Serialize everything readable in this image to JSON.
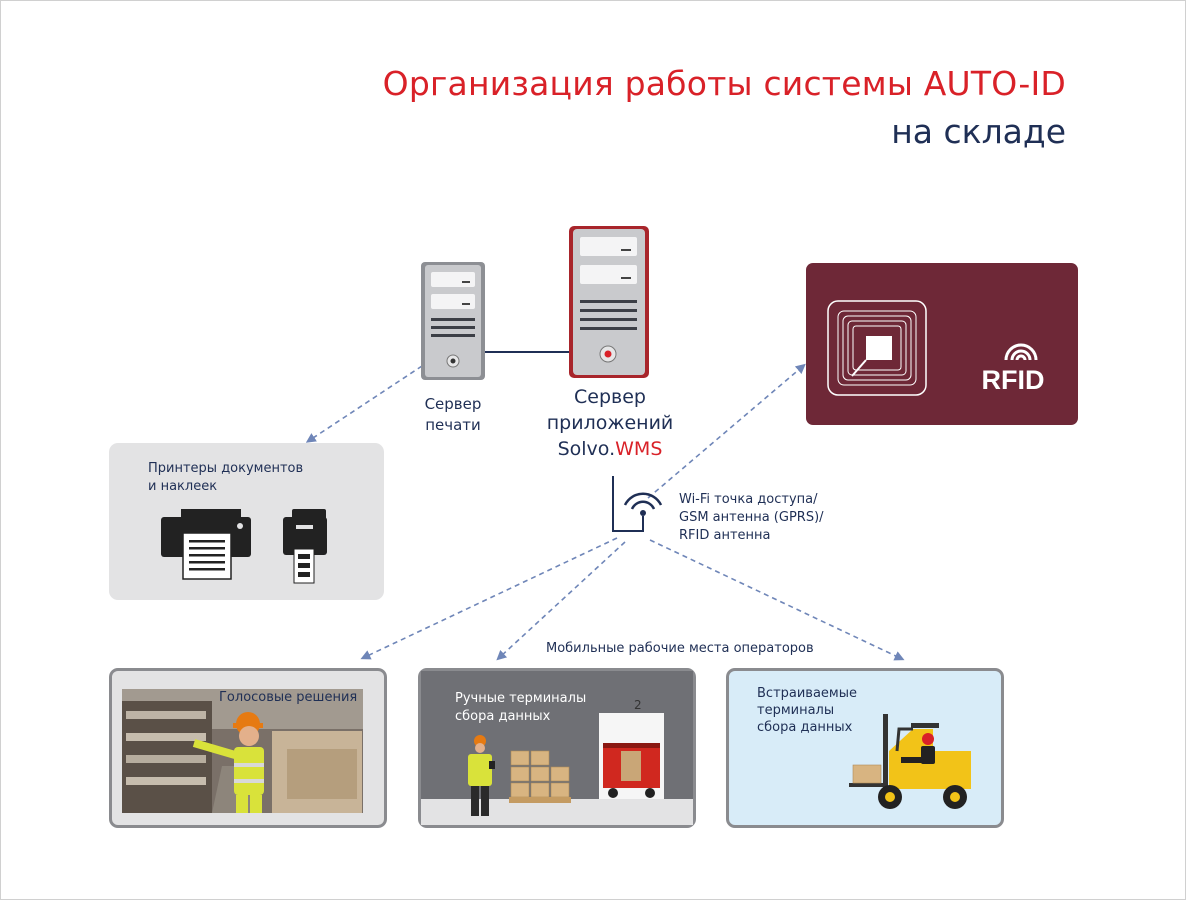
{
  "title": {
    "line1": "Организация работы системы AUTO-ID",
    "line2": "на складе"
  },
  "print_server": {
    "line1": "Сервер",
    "line2": "печати"
  },
  "app_server": {
    "line1": "Сервер",
    "line2": "приложений",
    "brand_prefix": "Solvo.",
    "brand_suffix": "WMS"
  },
  "rfid_card": {
    "label": "RFID",
    "color": "#6e2837"
  },
  "printers_panel": {
    "line1": "Принтеры документов",
    "line2": "и наклеек"
  },
  "antenna": {
    "line1": "Wi-Fi точка доступа/",
    "line2": "GSM антенна (GPRS)/",
    "line3": "RFID антенна"
  },
  "mobile_caption": "Мобильные рабочие места операторов",
  "panels": {
    "voice": {
      "label": "Голосовые решения"
    },
    "handheld": {
      "line1": "Ручные терминалы",
      "line2": "сбора данных",
      "dock_number": "2"
    },
    "vehicle": {
      "line1": "Встраиваемые",
      "line2": "терминалы",
      "line3": "сбора данных"
    }
  },
  "colors": {
    "accent_red": "#d92128",
    "navy": "#1f2f55",
    "arrow": "#6f86b8",
    "panel_gray": "#e3e3e4",
    "panel_blue": "#d8ecf8"
  }
}
